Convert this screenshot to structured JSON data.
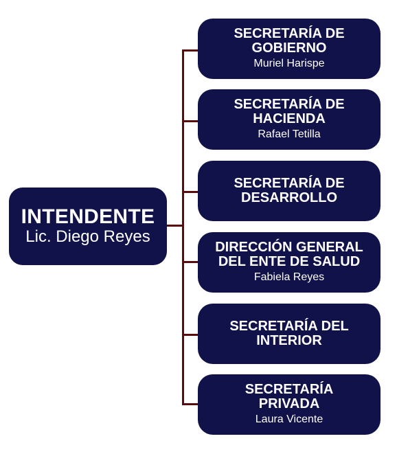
{
  "root": {
    "title": "INTENDENTE",
    "name": "Lic. Diego Reyes"
  },
  "children": [
    {
      "title": "SECRETARÍA DE\nGOBIERNO",
      "name": "Muriel Harispe"
    },
    {
      "title": "SECRETARÍA DE\nHACIENDA",
      "name": "Rafael Tetilla"
    },
    {
      "title": "SECRETARÍA DE\nDESARROLLO",
      "name": ""
    },
    {
      "title": "DIRECCIÓN GENERAL\nDEL ENTE DE SALUD",
      "name": "Fabiela Reyes"
    },
    {
      "title": "SECRETARÍA DEL\nINTERIOR",
      "name": ""
    },
    {
      "title": "SECRETARÍA\nPRIVADA",
      "name": "Laura Vicente"
    }
  ],
  "colors": {
    "box": "#12124a",
    "text": "#ffffff",
    "connector": "#5a0b0b"
  }
}
